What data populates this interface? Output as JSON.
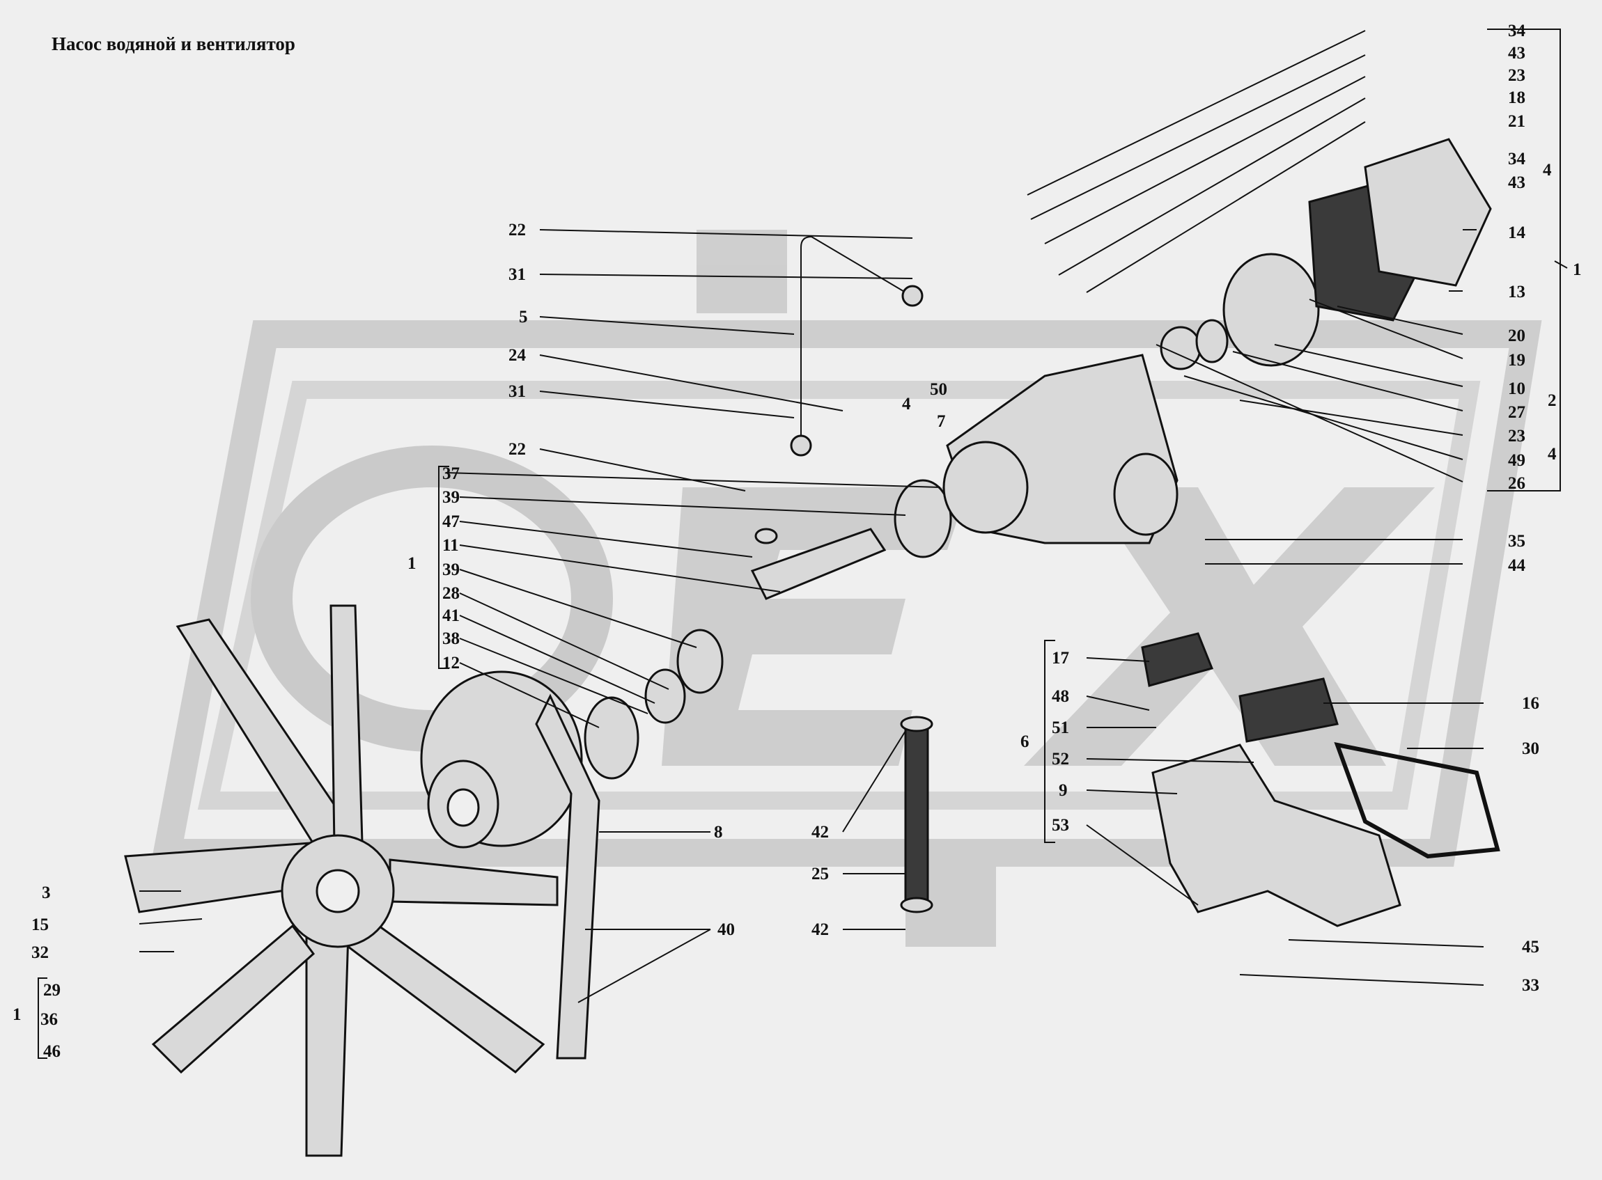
{
  "title": "Насос водяной и вентилятор",
  "colors": {
    "background": "#efefef",
    "watermark": "#c9c9c9",
    "ink": "#111111"
  },
  "labels": {
    "l34a": "34",
    "l43a": "43",
    "l23a": "23",
    "l18": "18",
    "l21": "21",
    "l34b": "34",
    "l43b": "43",
    "l4a": "4",
    "l14": "14",
    "l1a": "1",
    "l13": "13",
    "l20": "20",
    "l19": "19",
    "l10": "10",
    "l2": "2",
    "l27": "27",
    "l23b": "23",
    "l49": "49",
    "l4b": "4",
    "l26": "26",
    "l35": "35",
    "l44": "44",
    "l22a": "22",
    "l31a": "31",
    "l5": "5",
    "l24": "24",
    "l31b": "31",
    "l50": "50",
    "l4c": "4",
    "l7": "7",
    "l22b": "22",
    "l37": "37",
    "l39a": "39",
    "l47": "47",
    "l11": "11",
    "l1b": "1",
    "l39b": "39",
    "l28": "28",
    "l41": "41",
    "l38": "38",
    "l12": "12",
    "l17": "17",
    "l48": "48",
    "l51": "51",
    "l6": "6",
    "l52": "52",
    "l9": "9",
    "l53": "53",
    "l16": "16",
    "l30": "30",
    "l8": "8",
    "l42a": "42",
    "l25": "25",
    "l42b": "42",
    "l40": "40",
    "l3": "3",
    "l15": "15",
    "l32": "32",
    "l29": "29",
    "l1c": "1",
    "l36": "36",
    "l46": "46",
    "l45": "45",
    "l33": "33"
  }
}
